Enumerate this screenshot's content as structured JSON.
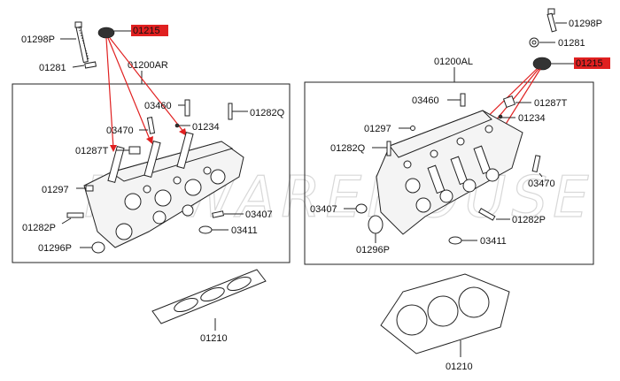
{
  "watermark": "MYWAREHOUSE",
  "labels": {
    "left_box": "01200AR",
    "right_box": "01200AL",
    "left_01298P": "01298P",
    "left_01215": "01215",
    "left_01281": "01281",
    "left_03460": "03460",
    "left_01282Q": "01282Q",
    "left_03470": "03470",
    "left_01234": "01234",
    "left_01287T": "01287T",
    "left_01297": "01297",
    "left_03407": "03407",
    "left_01282P": "01282P",
    "left_03411": "03411",
    "left_01296P": "01296P",
    "left_01210": "01210",
    "right_01298P": "01298P",
    "right_01281": "01281",
    "right_01215": "01215",
    "right_03460": "03460",
    "right_01287T": "01287T",
    "right_01297": "01297",
    "right_01234": "01234",
    "right_01282Q": "01282Q",
    "right_03470": "03470",
    "right_03407": "03407",
    "right_01282P": "01282P",
    "right_01296P": "01296P",
    "right_03411": "03411",
    "right_01210": "01210"
  },
  "colors": {
    "highlight": "#e02020",
    "line": "#222222",
    "background": "#ffffff"
  }
}
